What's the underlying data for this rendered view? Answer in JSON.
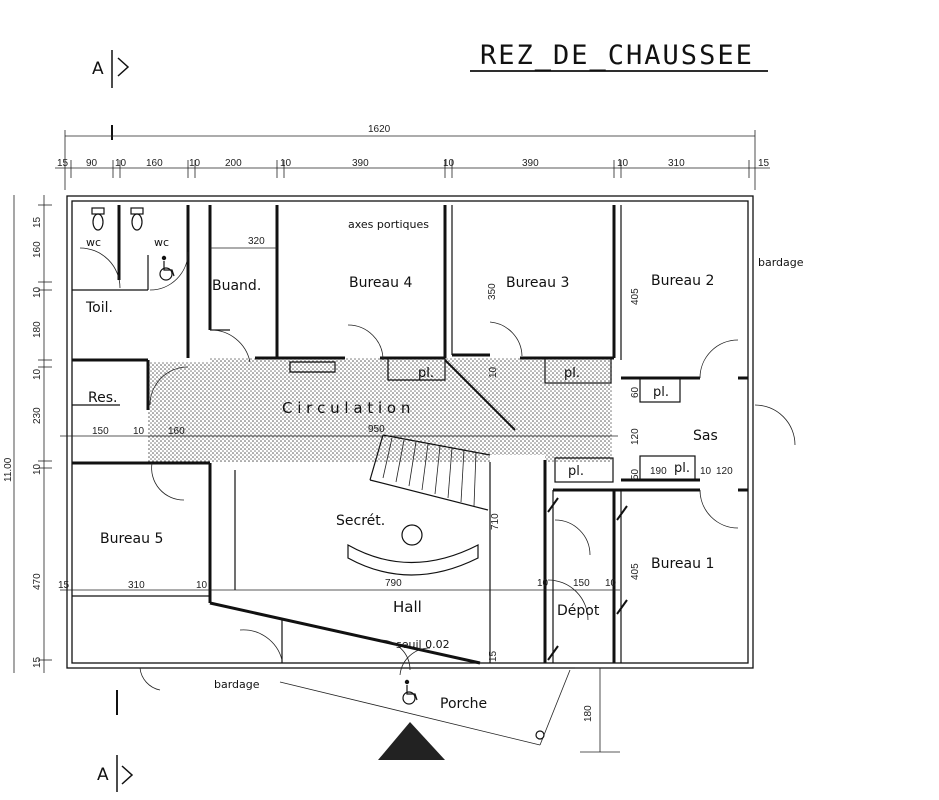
{
  "title": "REZ_DE_CHAUSSEE",
  "section_marker": "A",
  "rooms": {
    "wc1": "wc",
    "wc2": "wc",
    "buand": "Buand.",
    "bureau4": "Bureau 4",
    "bureau3": "Bureau 3",
    "bureau2": "Bureau 2",
    "toil": "Toil.",
    "res": "Res.",
    "circulation": "C i r c u l a t i o n",
    "sas": "Sas",
    "bureau5": "Bureau 5",
    "secret": "Secrét.",
    "hall": "Hall",
    "depot": "Dépot",
    "bureau1": "Bureau 1",
    "porche": "Porche",
    "pl1": "pl.",
    "pl2": "pl.",
    "pl3": "pl.",
    "pl4": "pl.",
    "pl5": "pl."
  },
  "notes": {
    "axes": "axes portiques",
    "bardage_right": "bardage",
    "bardage_bottom": "bardage",
    "seuil": "seuil 0.02"
  },
  "dims": {
    "overall": "1620",
    "top": [
      "15",
      "90",
      "10",
      "160",
      "10",
      "200",
      "10",
      "390",
      "10",
      "390",
      "10",
      "310",
      "15"
    ],
    "left": [
      "15",
      "160",
      "10",
      "180",
      "10",
      "230",
      "10",
      "470",
      "15"
    ],
    "overall_height": "11.00",
    "d320": "320",
    "d350": "350",
    "d405a": "405",
    "d405b": "405",
    "d60": "60",
    "d120": "120",
    "d50": "50",
    "d190": "190",
    "d10a": "10",
    "d120b": "120",
    "d150a": "150",
    "d10b": "10",
    "d160": "160",
    "d950": "950",
    "d710": "710",
    "d10c": "10",
    "d150b": "150",
    "d10d": "10",
    "d15a": "15",
    "d310": "310",
    "d10e": "10",
    "d790": "790",
    "d15b": "15",
    "d180": "180",
    "d10f": "10"
  },
  "icons": [
    "toilet-icon",
    "toilet-icon",
    "wheelchair-icon",
    "wheelchair-icon",
    "entry-arrow-icon"
  ]
}
